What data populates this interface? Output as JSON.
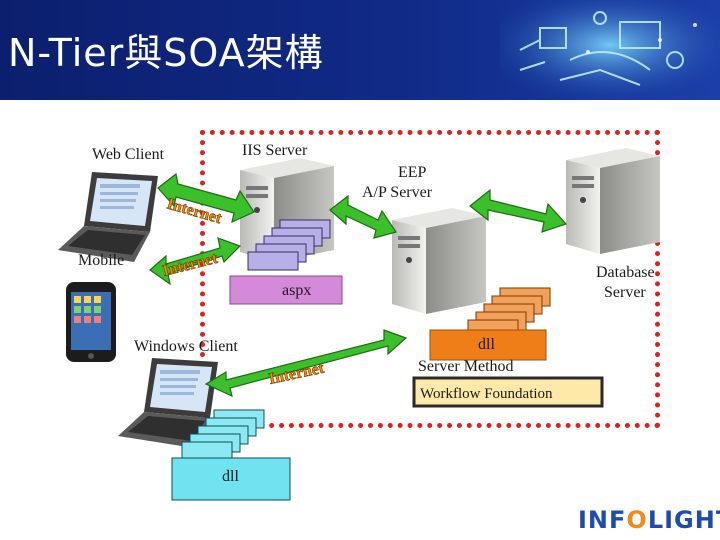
{
  "header": {
    "title": "N-Tier與SOA架構"
  },
  "labels": {
    "web_client": "Web Client",
    "iis_server": "IIS Server",
    "eep_line1": "EEP",
    "eep_line2": "A/P Server",
    "mobile": "Mobile",
    "database_line1": "Database",
    "database_line2": "Server",
    "aspx": "aspx",
    "windows_client": "Windows Client",
    "dll_server": "dll",
    "server_method": "Server Method",
    "workflow": "Workflow Foundation",
    "dll_client": "dll"
  },
  "arrows": {
    "internet_top": "Internet",
    "internet_mid": "Internet",
    "internet_bottom": "Internet"
  },
  "logo": {
    "part1": "INF",
    "o": "O",
    "part2": "LIGHT"
  },
  "colors": {
    "header": "#102a86",
    "dotted_border": "#e02020",
    "arrow_green": "#3bbf2a",
    "internet_text": "#ff8a00",
    "aspx_box": "#d48ad8",
    "dll_server_box": "#f07e18",
    "dll_client_box": "#6fe3f0",
    "workflow_box": "#ffe9a8"
  }
}
